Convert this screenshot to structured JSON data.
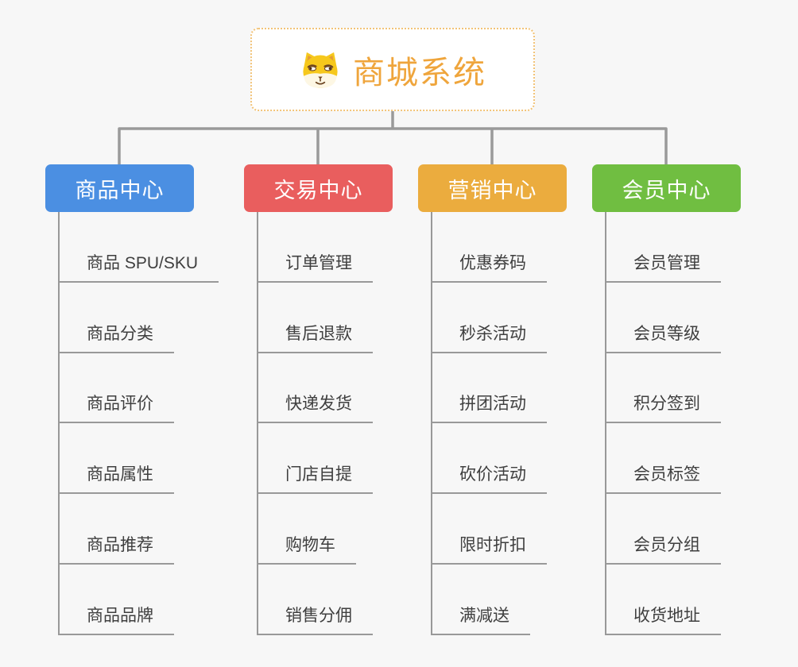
{
  "page": {
    "background_color": "#F7F7F7"
  },
  "root": {
    "title": "商城系统",
    "icon": "shiba-dog-icon",
    "title_color": "#EFA53C",
    "border_color": "#F2C377"
  },
  "connectors": {
    "color": "#9A9A9A"
  },
  "branches": [
    {
      "label": "商品中心",
      "color": "#4B8FE2",
      "children": [
        "商品 SPU/SKU",
        "商品分类",
        "商品评价",
        "商品属性",
        "商品推荐",
        "商品品牌"
      ]
    },
    {
      "label": "交易中心",
      "color": "#E95E5E",
      "children": [
        "订单管理",
        "售后退款",
        "快递发货",
        "门店自提",
        "购物车",
        "销售分佣"
      ]
    },
    {
      "label": "营销中心",
      "color": "#EBAC3E",
      "children": [
        "优惠券码",
        "秒杀活动",
        "拼团活动",
        "砍价活动",
        "限时折扣",
        "满减送"
      ]
    },
    {
      "label": "会员中心",
      "color": "#70BE41",
      "children": [
        "会员管理",
        "会员等级",
        "积分签到",
        "会员标签",
        "会员分组",
        "收货地址"
      ]
    }
  ]
}
